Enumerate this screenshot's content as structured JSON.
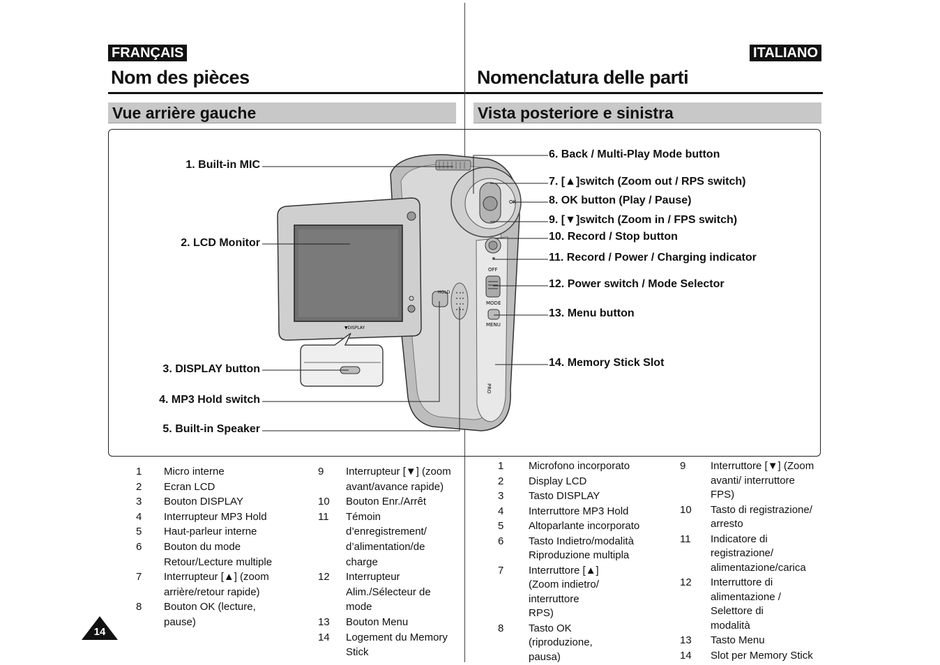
{
  "header": {
    "left_lang": "FRANÇAIS",
    "right_lang": "ITALIANO",
    "left_title": "Nom des pièces",
    "right_title": "Nomenclatura delle parti",
    "left_subtitle": "Vue arrière gauche",
    "right_subtitle": "Vista posteriore e sinistra"
  },
  "figure": {
    "labels": [
      "1. Built-in MIC",
      "2. LCD Monitor",
      "3. DISPLAY button",
      "4. MP3 Hold switch",
      "5. Built-in Speaker",
      "6. Back / Multi-Play Mode button",
      "7. [▲]switch (Zoom out / RPS switch)",
      "8. OK button (Play / Pause)",
      "9. [▼]switch (Zoom in / FPS switch)",
      "10. Record / Stop button",
      "11. Record / Power / Charging indicator",
      "12. Power switch / Mode Selector",
      "13. Menu button",
      "14. Memory Stick Slot"
    ],
    "device_text": {
      "display": "▼DISPLAY",
      "hold": "HOLD",
      "off": "OFF",
      "mode": "MODE",
      "menu": "MENU",
      "ok": "OK",
      "pro": "PRO"
    }
  },
  "fr_list": {
    "col1": [
      {
        "n": "1",
        "t": "Micro interne"
      },
      {
        "n": "2",
        "t": "Ecran LCD"
      },
      {
        "n": "3",
        "t": "Bouton DISPLAY"
      },
      {
        "n": "4",
        "t": "Interrupteur MP3 Hold"
      },
      {
        "n": "5",
        "t": "Haut-parleur interne"
      },
      {
        "n": "6",
        "t": "Bouton du mode Retour/Lecture multiple"
      },
      {
        "n": "7",
        "t": "Interrupteur [▲] (zoom arrière/retour rapide)"
      },
      {
        "n": "8",
        "t": "Bouton OK (lecture, pause)"
      }
    ],
    "col2": [
      {
        "n": "9",
        "t": "Interrupteur [▼] (zoom avant/avance rapide)"
      },
      {
        "n": "10",
        "t": "Bouton Enr./Arrêt"
      },
      {
        "n": "11",
        "t": "Témoin d’enregistrement/ d’alimentation/de charge"
      },
      {
        "n": "12",
        "t": "Interrupteur Alim./Sélecteur de mode"
      },
      {
        "n": "13",
        "t": "Bouton Menu"
      },
      {
        "n": "14",
        "t": "Logement du Memory Stick"
      }
    ]
  },
  "it_list": {
    "col1": [
      {
        "n": "1",
        "t": "Microfono incorporato"
      },
      {
        "n": "2",
        "t": "Display LCD"
      },
      {
        "n": "3",
        "t": "Tasto DISPLAY"
      },
      {
        "n": "4",
        "t": "Interruttore MP3 Hold"
      },
      {
        "n": "5",
        "t": "Altoparlante incorporato"
      },
      {
        "n": "6",
        "t": "Tasto Indietro/modalità Riproduzione multipla"
      },
      {
        "n": "7",
        "t": "Interruttore [▲] (Zoom indietro/ interruttore RPS)"
      },
      {
        "n": "8",
        "t": "Tasto OK (riproduzione, pausa)"
      }
    ],
    "col2": [
      {
        "n": "9",
        "t": "Interruttore [▼] (Zoom avanti/ interruttore FPS)"
      },
      {
        "n": "10",
        "t": "Tasto di registrazione/ arresto"
      },
      {
        "n": "11",
        "t": "Indicatore di registrazione/ alimentazione/carica"
      },
      {
        "n": "12",
        "t": "Interruttore di alimentazione / Selettore di modalità"
      },
      {
        "n": "13",
        "t": "Tasto Menu"
      },
      {
        "n": "14",
        "t": "Slot per Memory Stick"
      }
    ]
  },
  "page_number": "14"
}
